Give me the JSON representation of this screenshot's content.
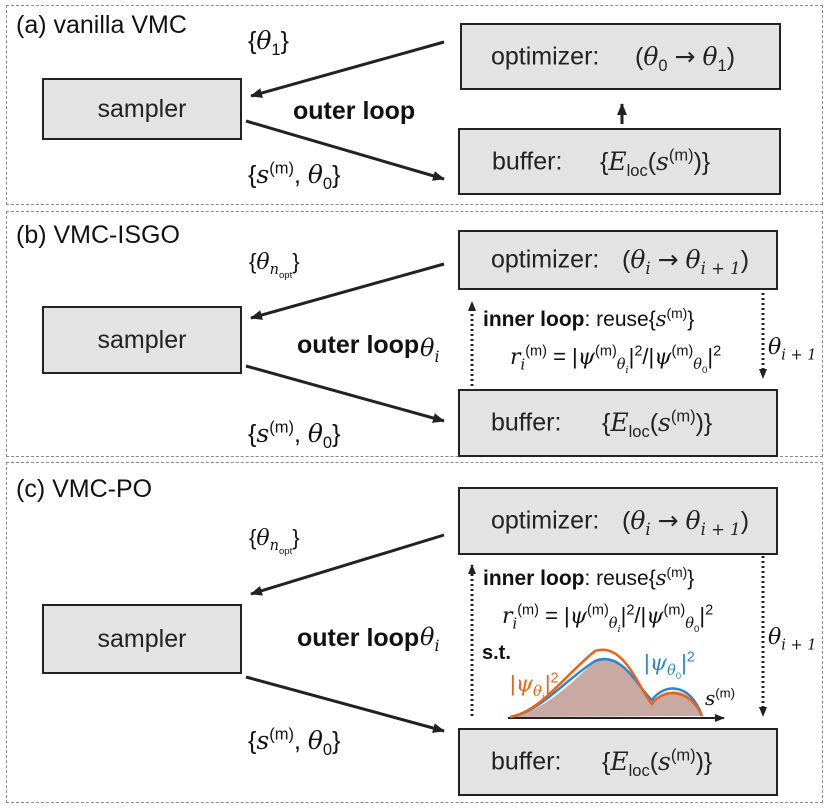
{
  "panels": [
    {
      "title": "(a) vanilla VMC",
      "sampler": "sampler",
      "optimizer_label": "optimizer:",
      "optimizer_update": {
        "from": "θ",
        "from_sub": "0",
        "to": "θ",
        "to_sub": "1"
      },
      "buffer_label": "buffer:",
      "buffer_content": {
        "E": "E",
        "E_sub": "loc",
        "s": "s",
        "s_sup": "(m)"
      },
      "param_set": {
        "sym": "θ",
        "sub": "1"
      },
      "sample_set": {
        "s": "s",
        "s_sup": "(m)",
        "theta": "θ",
        "theta_sub": "0"
      },
      "outer_loop": "outer loop"
    },
    {
      "title": "(b) VMC-ISGO",
      "sampler": "sampler",
      "optimizer_label": "optimizer:",
      "optimizer_update": {
        "from": "θ",
        "from_sub": "i",
        "to": "θ",
        "to_sub": "i + 1"
      },
      "buffer_label": "buffer:",
      "buffer_content": {
        "E": "E",
        "E_sub": "loc",
        "s": "s",
        "s_sup": "(m)"
      },
      "param_set": {
        "sym": "θ",
        "sub": "n",
        "sub_sub": "opt"
      },
      "sample_set": {
        "s": "s",
        "s_sup": "(m)",
        "theta": "θ",
        "theta_sub": "0"
      },
      "outer_loop": "outer loop",
      "inner_loop": "inner loop",
      "reuse": ": reuse",
      "theta_i": {
        "sym": "θ",
        "sub": "i"
      },
      "theta_ip1": {
        "sym": "θ",
        "sub": "i + 1"
      },
      "ratio": {
        "r": "r",
        "r_sub": "i",
        "r_sup": "(m)",
        "psi": "ψ",
        "sup": "(m)",
        "sub_i": "θ",
        "sub_i_sub": "i",
        "sub_0": "θ",
        "sub_0_sub": "0",
        "pow": "2"
      }
    },
    {
      "title": "(c) VMC-PO",
      "sampler": "sampler",
      "optimizer_label": "optimizer:",
      "optimizer_update": {
        "from": "θ",
        "from_sub": "i",
        "to": "θ",
        "to_sub": "i + 1"
      },
      "buffer_label": "buffer:",
      "buffer_content": {
        "E": "E",
        "E_sub": "loc",
        "s": "s",
        "s_sup": "(m)"
      },
      "param_set": {
        "sym": "θ",
        "sub": "n",
        "sub_sub": "opt"
      },
      "sample_set": {
        "s": "s",
        "s_sup": "(m)",
        "theta": "θ",
        "theta_sub": "0"
      },
      "outer_loop": "outer loop",
      "inner_loop": "inner loop",
      "reuse": ": reuse",
      "theta_i": {
        "sym": "θ",
        "sub": "i"
      },
      "theta_ip1": {
        "sym": "θ",
        "sub": "i + 1"
      },
      "ratio": {
        "r": "r",
        "r_sub": "i",
        "r_sup": "(m)",
        "psi": "ψ",
        "sup": "(m)",
        "sub_i": "θ",
        "sub_i_sub": "i",
        "sub_0": "θ",
        "sub_0_sub": "0",
        "pow": "2"
      },
      "st": "s.t.",
      "dist_new": {
        "psi": "ψ",
        "sub": "θ",
        "sub_sub": "i",
        "pow": "2"
      },
      "dist_old": {
        "psi": "ψ",
        "sub": "θ",
        "sub_sub": "0",
        "pow": "2"
      },
      "axis_label": {
        "s": "s",
        "sup": "(m)"
      }
    }
  ],
  "colors": {
    "new_distribution": "#e8641b",
    "old_distribution": "#2f86c8",
    "overlap_fill": "#c9aaa3",
    "box_fill": "#e3e3e3",
    "panel_border": "#8a8a8a"
  }
}
